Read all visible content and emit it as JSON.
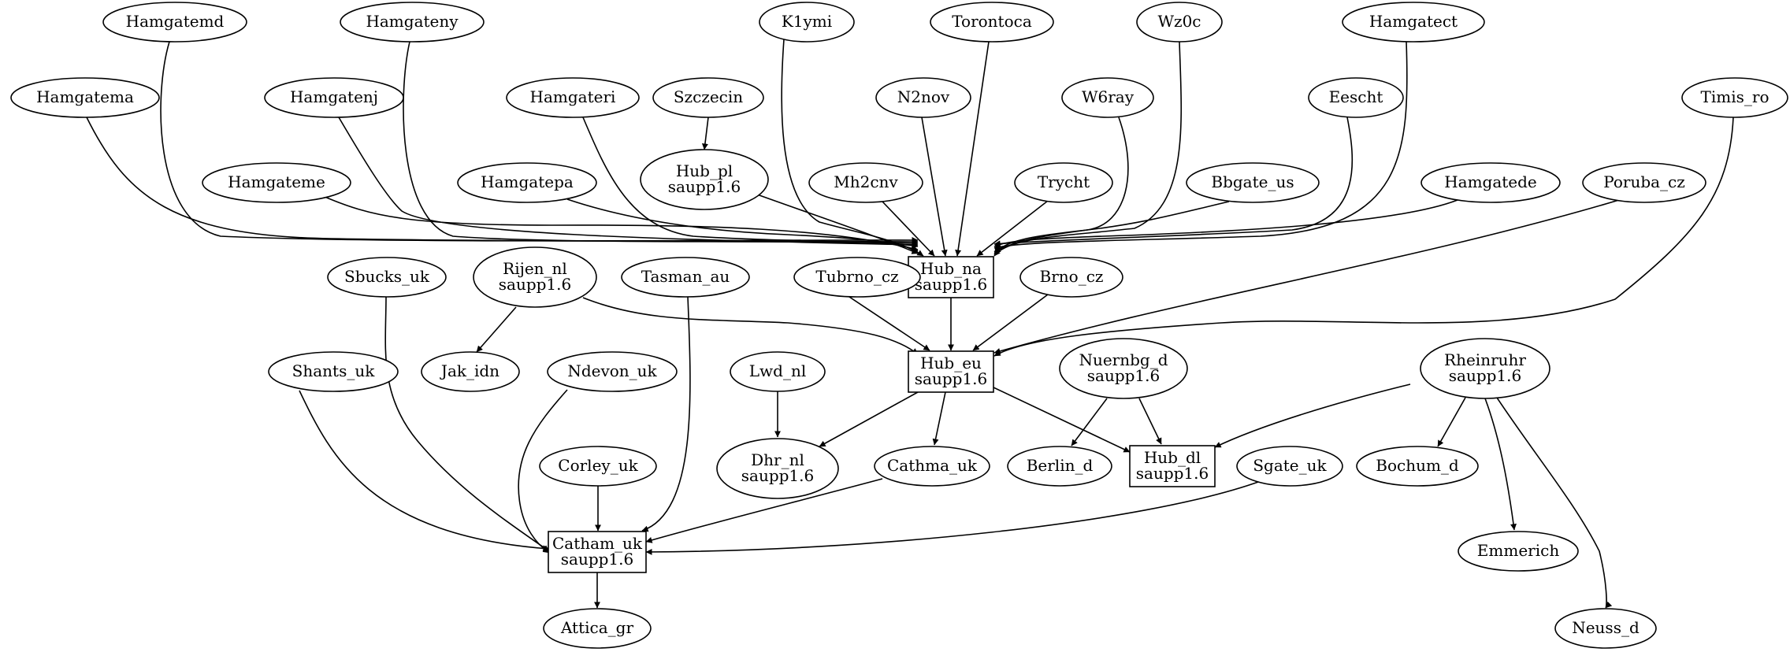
{
  "colors": {
    "background": "#ffffff",
    "stroke": "#000000",
    "text": "#000000"
  },
  "nodes": {
    "Hamgatemd": {
      "lines": [
        "Hamgatemd"
      ],
      "shape": "ellipse"
    },
    "Hamgateny": {
      "lines": [
        "Hamgateny"
      ],
      "shape": "ellipse"
    },
    "K1ymi": {
      "lines": [
        "K1ymi"
      ],
      "shape": "ellipse"
    },
    "Torontoca": {
      "lines": [
        "Torontoca"
      ],
      "shape": "ellipse"
    },
    "Wz0c": {
      "lines": [
        "Wz0c"
      ],
      "shape": "ellipse"
    },
    "Hamgatect": {
      "lines": [
        "Hamgatect"
      ],
      "shape": "ellipse"
    },
    "Hamgatema": {
      "lines": [
        "Hamgatema"
      ],
      "shape": "ellipse"
    },
    "Hamgatenj": {
      "lines": [
        "Hamgatenj"
      ],
      "shape": "ellipse"
    },
    "Hamgateri": {
      "lines": [
        "Hamgateri"
      ],
      "shape": "ellipse"
    },
    "Szczecin": {
      "lines": [
        "Szczecin"
      ],
      "shape": "ellipse"
    },
    "N2nov": {
      "lines": [
        "N2nov"
      ],
      "shape": "ellipse"
    },
    "W6ray": {
      "lines": [
        "W6ray"
      ],
      "shape": "ellipse"
    },
    "Eescht": {
      "lines": [
        "Eescht"
      ],
      "shape": "ellipse"
    },
    "Timis_ro": {
      "lines": [
        "Timis_ro"
      ],
      "shape": "ellipse"
    },
    "Hamgateme": {
      "lines": [
        "Hamgateme"
      ],
      "shape": "ellipse"
    },
    "Hamgatepa": {
      "lines": [
        "Hamgatepa"
      ],
      "shape": "ellipse"
    },
    "Hub_pl": {
      "lines": [
        "Hub_pl",
        "saupp1.6"
      ],
      "shape": "ellipse"
    },
    "Mh2cnv": {
      "lines": [
        "Mh2cnv"
      ],
      "shape": "ellipse"
    },
    "Trycht": {
      "lines": [
        "Trycht"
      ],
      "shape": "ellipse"
    },
    "Bbgate_us": {
      "lines": [
        "Bbgate_us"
      ],
      "shape": "ellipse"
    },
    "Hamgatede": {
      "lines": [
        "Hamgatede"
      ],
      "shape": "ellipse"
    },
    "Poruba_cz": {
      "lines": [
        "Poruba_cz"
      ],
      "shape": "ellipse"
    },
    "Hub_na": {
      "lines": [
        "Hub_na",
        "saupp1.6"
      ],
      "shape": "box"
    },
    "Sbucks_uk": {
      "lines": [
        "Sbucks_uk"
      ],
      "shape": "ellipse"
    },
    "Rijen_nl": {
      "lines": [
        "Rijen_nl",
        "saupp1.6"
      ],
      "shape": "ellipse"
    },
    "Tasman_au": {
      "lines": [
        "Tasman_au"
      ],
      "shape": "ellipse"
    },
    "Tubrno_cz": {
      "lines": [
        "Tubrno_cz"
      ],
      "shape": "ellipse"
    },
    "Brno_cz": {
      "lines": [
        "Brno_cz"
      ],
      "shape": "ellipse"
    },
    "Shants_uk": {
      "lines": [
        "Shants_uk"
      ],
      "shape": "ellipse"
    },
    "Jak_idn": {
      "lines": [
        "Jak_idn"
      ],
      "shape": "ellipse"
    },
    "Ndevon_uk": {
      "lines": [
        "Ndevon_uk"
      ],
      "shape": "ellipse"
    },
    "Lwd_nl": {
      "lines": [
        "Lwd_nl"
      ],
      "shape": "ellipse"
    },
    "Hub_eu": {
      "lines": [
        "Hub_eu",
        "saupp1.6"
      ],
      "shape": "box"
    },
    "Nuernbg_d": {
      "lines": [
        "Nuernbg_d",
        "saupp1.6"
      ],
      "shape": "ellipse"
    },
    "Rheinruhr": {
      "lines": [
        "Rheinruhr",
        "saupp1.6"
      ],
      "shape": "ellipse"
    },
    "Corley_uk": {
      "lines": [
        "Corley_uk"
      ],
      "shape": "ellipse"
    },
    "Dhr_nl": {
      "lines": [
        "Dhr_nl",
        "saupp1.6"
      ],
      "shape": "ellipse"
    },
    "Cathma_uk": {
      "lines": [
        "Cathma_uk"
      ],
      "shape": "ellipse"
    },
    "Berlin_d": {
      "lines": [
        "Berlin_d"
      ],
      "shape": "ellipse"
    },
    "Hub_dl": {
      "lines": [
        "Hub_dl",
        "saupp1.6"
      ],
      "shape": "box"
    },
    "Sgate_uk": {
      "lines": [
        "Sgate_uk"
      ],
      "shape": "ellipse"
    },
    "Bochum_d": {
      "lines": [
        "Bochum_d"
      ],
      "shape": "ellipse"
    },
    "Catham_uk": {
      "lines": [
        "Catham_uk",
        "saupp1.6"
      ],
      "shape": "box"
    },
    "Emmerich": {
      "lines": [
        "Emmerich"
      ],
      "shape": "ellipse"
    },
    "Attica_gr": {
      "lines": [
        "Attica_gr"
      ],
      "shape": "ellipse"
    },
    "Neuss_d": {
      "lines": [
        "Neuss_d"
      ],
      "shape": "ellipse"
    }
  },
  "edges": [
    {
      "from": "Hamgatemd",
      "to": "Hub_na"
    },
    {
      "from": "Hamgateny",
      "to": "Hub_na"
    },
    {
      "from": "K1ymi",
      "to": "Hub_na"
    },
    {
      "from": "Torontoca",
      "to": "Hub_na"
    },
    {
      "from": "Wz0c",
      "to": "Hub_na"
    },
    {
      "from": "Hamgatect",
      "to": "Hub_na"
    },
    {
      "from": "Hamgatema",
      "to": "Hub_na"
    },
    {
      "from": "Hamgatenj",
      "to": "Hub_na"
    },
    {
      "from": "Hamgateri",
      "to": "Hub_na"
    },
    {
      "from": "Szczecin",
      "to": "Hub_pl"
    },
    {
      "from": "N2nov",
      "to": "Hub_na"
    },
    {
      "from": "W6ray",
      "to": "Hub_na"
    },
    {
      "from": "Eescht",
      "to": "Hub_na"
    },
    {
      "from": "Hamgateme",
      "to": "Hub_na"
    },
    {
      "from": "Hamgatepa",
      "to": "Hub_na"
    },
    {
      "from": "Hub_pl",
      "to": "Hub_na"
    },
    {
      "from": "Mh2cnv",
      "to": "Hub_na"
    },
    {
      "from": "Trycht",
      "to": "Hub_na"
    },
    {
      "from": "Bbgate_us",
      "to": "Hub_na"
    },
    {
      "from": "Hamgatede",
      "to": "Hub_na"
    },
    {
      "from": "Hub_na",
      "to": "Hub_eu"
    },
    {
      "from": "Timis_ro",
      "to": "Hub_eu"
    },
    {
      "from": "Poruba_cz",
      "to": "Hub_eu"
    },
    {
      "from": "Rijen_nl",
      "to": "Hub_eu"
    },
    {
      "from": "Rijen_nl",
      "to": "Jak_idn"
    },
    {
      "from": "Tubrno_cz",
      "to": "Hub_eu"
    },
    {
      "from": "Brno_cz",
      "to": "Hub_eu"
    },
    {
      "from": "Lwd_nl",
      "to": "Dhr_nl"
    },
    {
      "from": "Hub_eu",
      "to": "Dhr_nl"
    },
    {
      "from": "Hub_eu",
      "to": "Cathma_uk"
    },
    {
      "from": "Hub_eu",
      "to": "Hub_dl"
    },
    {
      "from": "Nuernbg_d",
      "to": "Berlin_d"
    },
    {
      "from": "Nuernbg_d",
      "to": "Hub_dl"
    },
    {
      "from": "Rheinruhr",
      "to": "Hub_dl"
    },
    {
      "from": "Rheinruhr",
      "to": "Bochum_d"
    },
    {
      "from": "Rheinruhr",
      "to": "Emmerich"
    },
    {
      "from": "Rheinruhr",
      "to": "Neuss_d"
    },
    {
      "from": "Sbucks_uk",
      "to": "Catham_uk"
    },
    {
      "from": "Shants_uk",
      "to": "Catham_uk"
    },
    {
      "from": "Ndevon_uk",
      "to": "Catham_uk"
    },
    {
      "from": "Tasman_au",
      "to": "Catham_uk"
    },
    {
      "from": "Corley_uk",
      "to": "Catham_uk"
    },
    {
      "from": "Cathma_uk",
      "to": "Catham_uk"
    },
    {
      "from": "Sgate_uk",
      "to": "Catham_uk"
    },
    {
      "from": "Catham_uk",
      "to": "Attica_gr"
    }
  ]
}
